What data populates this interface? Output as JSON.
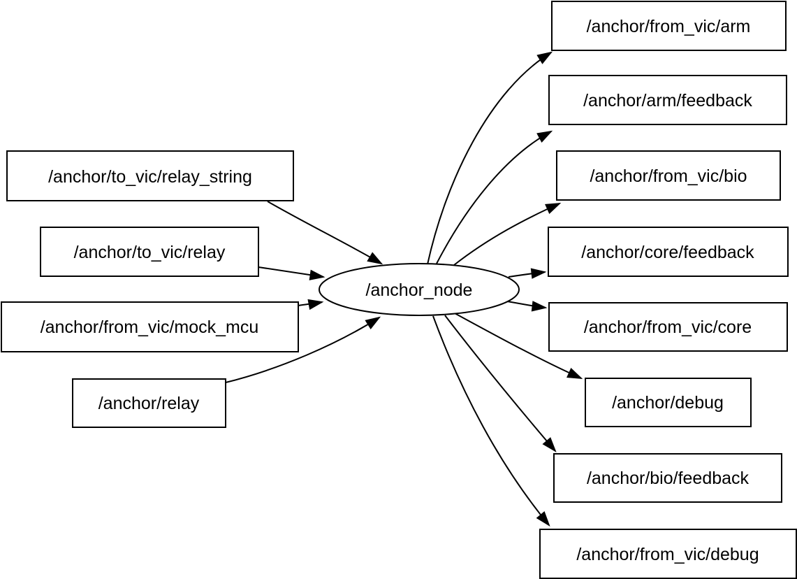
{
  "graph": {
    "center_node": {
      "label": "/anchor_node"
    },
    "inputs": [
      {
        "label": "/anchor/to_vic/relay_string"
      },
      {
        "label": "/anchor/to_vic/relay"
      },
      {
        "label": "/anchor/from_vic/mock_mcu"
      },
      {
        "label": "/anchor/relay"
      }
    ],
    "outputs": [
      {
        "label": "/anchor/from_vic/arm"
      },
      {
        "label": "/anchor/arm/feedback"
      },
      {
        "label": "/anchor/from_vic/bio"
      },
      {
        "label": "/anchor/core/feedback"
      },
      {
        "label": "/anchor/from_vic/core"
      },
      {
        "label": "/anchor/debug"
      },
      {
        "label": "/anchor/bio/feedback"
      },
      {
        "label": "/anchor/from_vic/debug"
      }
    ],
    "colors": {
      "background": "#ffffff",
      "node_fill": "#ffffff",
      "node_stroke": "#000000",
      "edge_stroke": "#000000",
      "text": "#000000"
    }
  }
}
